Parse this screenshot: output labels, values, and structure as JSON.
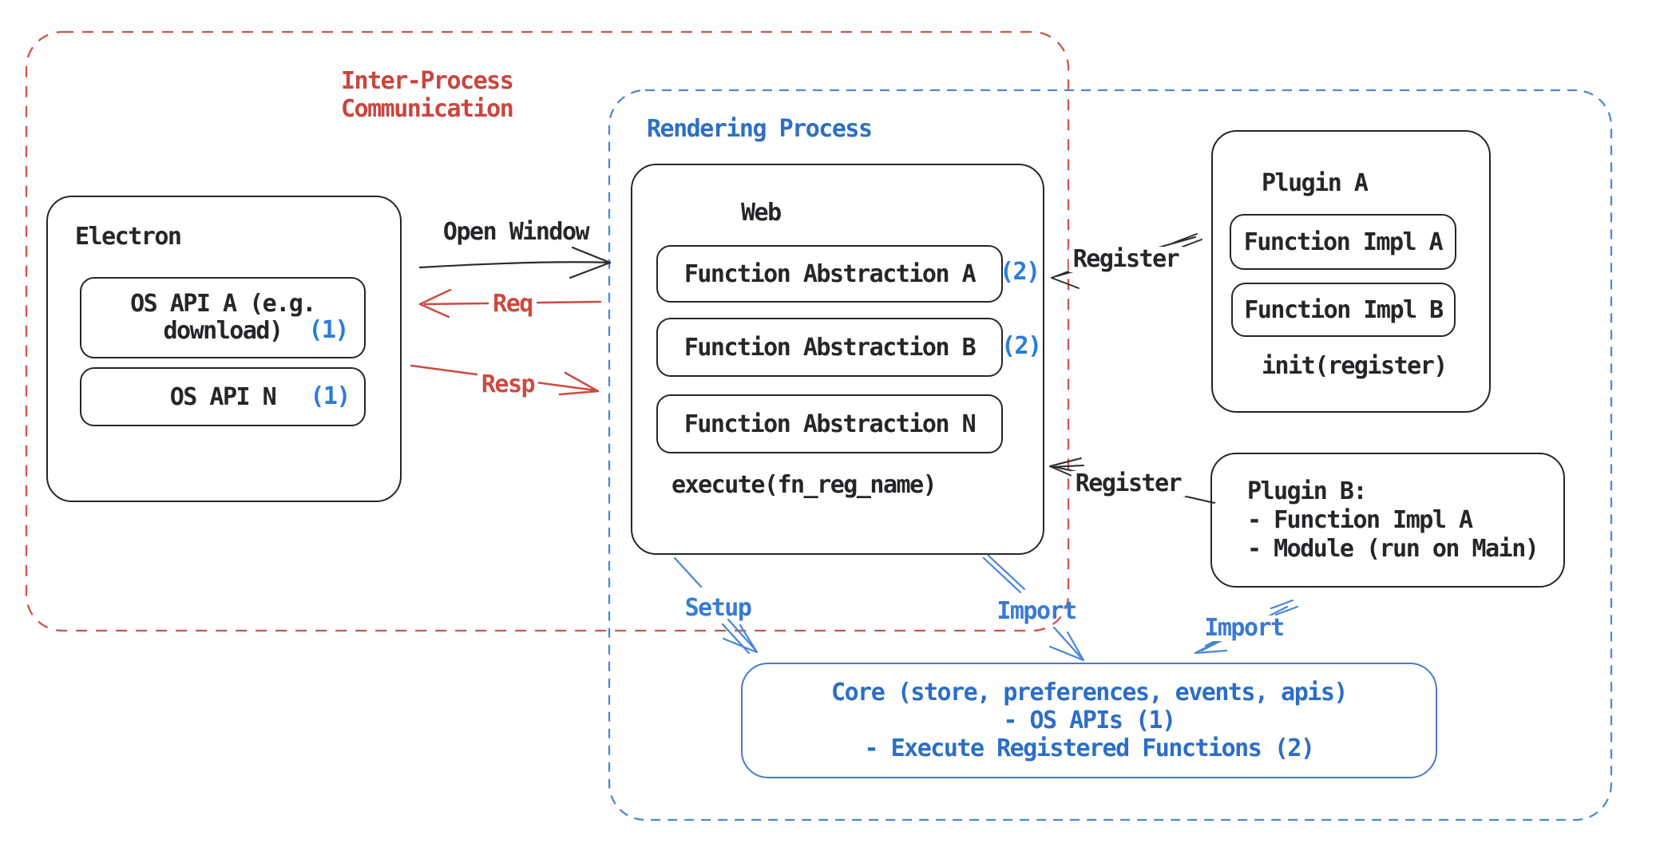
{
  "colors": {
    "red_accent": "#c9463f",
    "red_border": "#d0544b",
    "blue_text": "#2e6fc3",
    "blue_border": "#4e87d7",
    "blue_tag": "#2b7cd9",
    "black_stroke": "#26262a",
    "background": "#ffffff"
  },
  "groups": {
    "ipc": {
      "title_line1": "Inter-Process",
      "title_line2": "Communication"
    },
    "rendering": {
      "title": "Rendering Process"
    }
  },
  "electron": {
    "title": "Electron",
    "os_api_a_line1": "OS API A (e.g.",
    "os_api_a_line2": "download)",
    "os_api_a_tag": "(1)",
    "os_api_n_label": "OS API N",
    "os_api_n_tag": "(1)"
  },
  "web": {
    "title": "Web",
    "fn_abs_a": "Function Abstraction A",
    "fn_abs_a_tag": "(2)",
    "fn_abs_b": "Function Abstraction B",
    "fn_abs_b_tag": "(2)",
    "fn_abs_n": "Function Abstraction N",
    "execute_label": "execute(fn_reg_name)"
  },
  "plugin_a": {
    "title": "Plugin A",
    "fn_impl_a": "Function Impl A",
    "fn_impl_b": "Function Impl B",
    "init_label": "init(register)"
  },
  "plugin_b": {
    "line1": "Plugin B:",
    "line2": "- Function Impl A",
    "line3": "- Module (run on Main)"
  },
  "core": {
    "line1": "Core (store, preferences, events, apis)",
    "line2": "- OS APIs (1)",
    "line3": "- Execute Registered Functions (2)"
  },
  "arrows": {
    "open_window": "Open Window",
    "req": "Req",
    "resp": "Resp",
    "register_plugin_a": "Register",
    "register_plugin_b": "Register",
    "setup": "Setup",
    "import_web": "Import",
    "import_plugin_b": "Import"
  }
}
